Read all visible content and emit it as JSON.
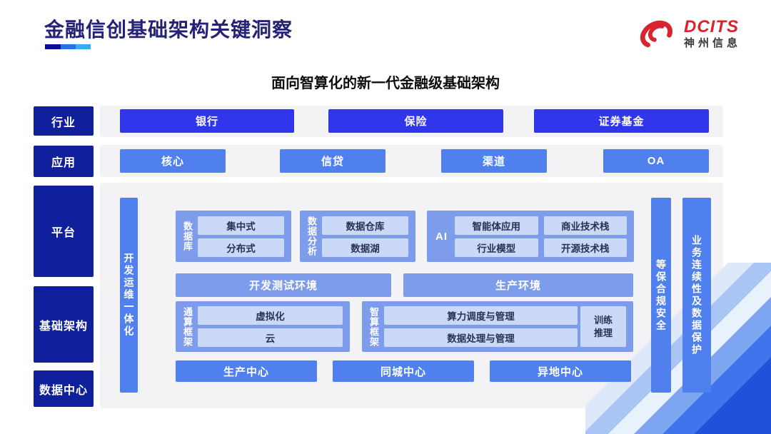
{
  "header": {
    "title": "金融信创基础架构关键洞察",
    "logo_brand": "DCITS",
    "logo_company": "神州信息"
  },
  "subtitle": "面向智算化的新一代金融级基础架构",
  "colors": {
    "sidebar_navy": "#101f9c",
    "industry_button_blue": "#3136ec",
    "button_blue": "#4f80ee",
    "group_periwinkle": "#7e9cec",
    "inner_box_light": "#cbd9f8",
    "strip_gray": "#f3f3f5",
    "title_navy": "#232277",
    "logo_red": "#d7242f"
  },
  "sidebar": {
    "industry": "行业",
    "application": "应用",
    "platform": "平台",
    "infrastructure": "基础架构",
    "datacenter": "数据中心"
  },
  "industry_row": {
    "bank": "银行",
    "insurance": "保险",
    "securities": "证券基金"
  },
  "application_row": {
    "core": "核心",
    "credit": "信贷",
    "channel": "渠道",
    "oa": "OA"
  },
  "platform": {
    "devops_bar": "开发运维一体化",
    "database_group": {
      "label": "数据库",
      "centralized": "集中式",
      "distributed": "分布式"
    },
    "analytics_group": {
      "label": "数据分析",
      "warehouse": "数据仓库",
      "lake": "数据湖"
    },
    "ai_group": {
      "label": "AI",
      "agent_app": "智能体应用",
      "commercial_stack": "商业技术栈",
      "industry_model": "行业模型",
      "open_source_stack": "开源技术栈"
    },
    "env_dev_test": "开发测试环境",
    "env_production": "生产环境",
    "general_compute_group": {
      "label": "通算框架",
      "virtualization": "虚拟化",
      "cloud": "云"
    },
    "ai_compute_group": {
      "label": "智算框架",
      "scheduling": "算力调度与管理",
      "data_processing": "数据处理与管理",
      "training_inference": "训练推理"
    },
    "centers": {
      "production": "生产中心",
      "same_city": "同城中心",
      "remote": "异地中心"
    },
    "security_bar": "等保合规安全",
    "continuity_bar": "业务连续性及数据保护"
  }
}
